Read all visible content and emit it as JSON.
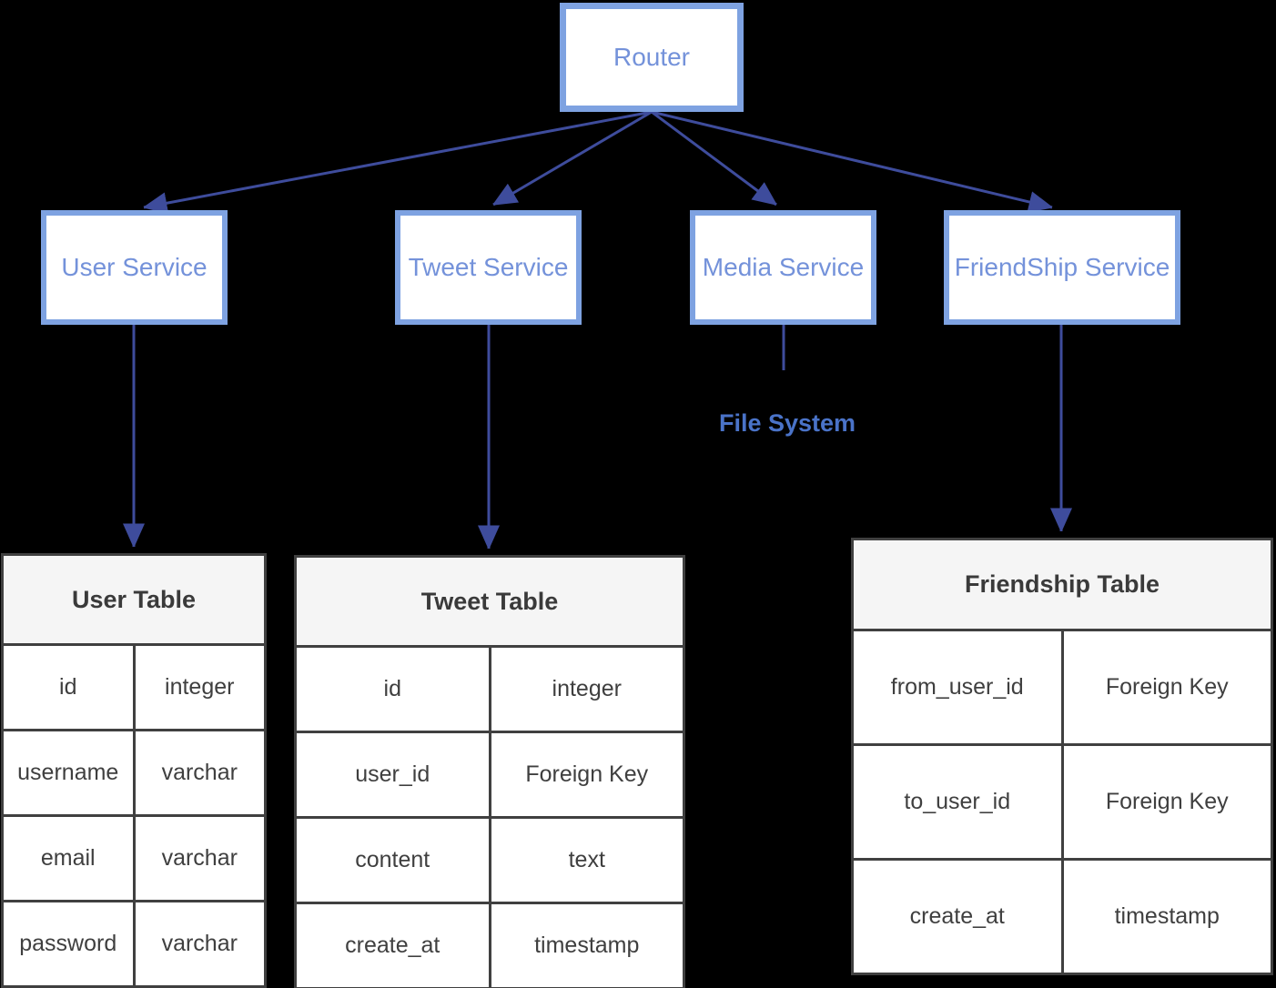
{
  "diagram": {
    "router": {
      "label": "Router"
    },
    "services": [
      {
        "id": "user-service",
        "label": "User Service"
      },
      {
        "id": "tweet-service",
        "label": "Tweet Service"
      },
      {
        "id": "media-service",
        "label": "Media Service"
      },
      {
        "id": "friendship-service",
        "label": "FriendShip Service"
      }
    ],
    "file_system_label": "File System",
    "tables": [
      {
        "id": "user-table",
        "title": "User Table",
        "rows": [
          [
            "id",
            "integer"
          ],
          [
            "username",
            "varchar"
          ],
          [
            "email",
            "varchar"
          ],
          [
            "password",
            "varchar"
          ]
        ]
      },
      {
        "id": "tweet-table",
        "title": "Tweet Table",
        "rows": [
          [
            "id",
            "integer"
          ],
          [
            "user_id",
            "Foreign Key"
          ],
          [
            "content",
            "text"
          ],
          [
            "create_at",
            "timestamp"
          ]
        ]
      },
      {
        "id": "friendship-table",
        "title": "Friendship Table",
        "rows": [
          [
            "from_user_id",
            "Foreign Key"
          ],
          [
            "to_user_id",
            "Foreign Key"
          ],
          [
            "create_at",
            "timestamp"
          ]
        ]
      }
    ],
    "colors": {
      "background": "#000000",
      "node_border": "#7ea2e1",
      "node_fill": "#ffffff",
      "node_text": "#7492da",
      "connector": "#3e4c9c",
      "file_system_text": "#4a73c8",
      "table_border": "#404040",
      "table_header_bg": "#f5f5f5",
      "table_text": "#3f3f3f"
    }
  }
}
